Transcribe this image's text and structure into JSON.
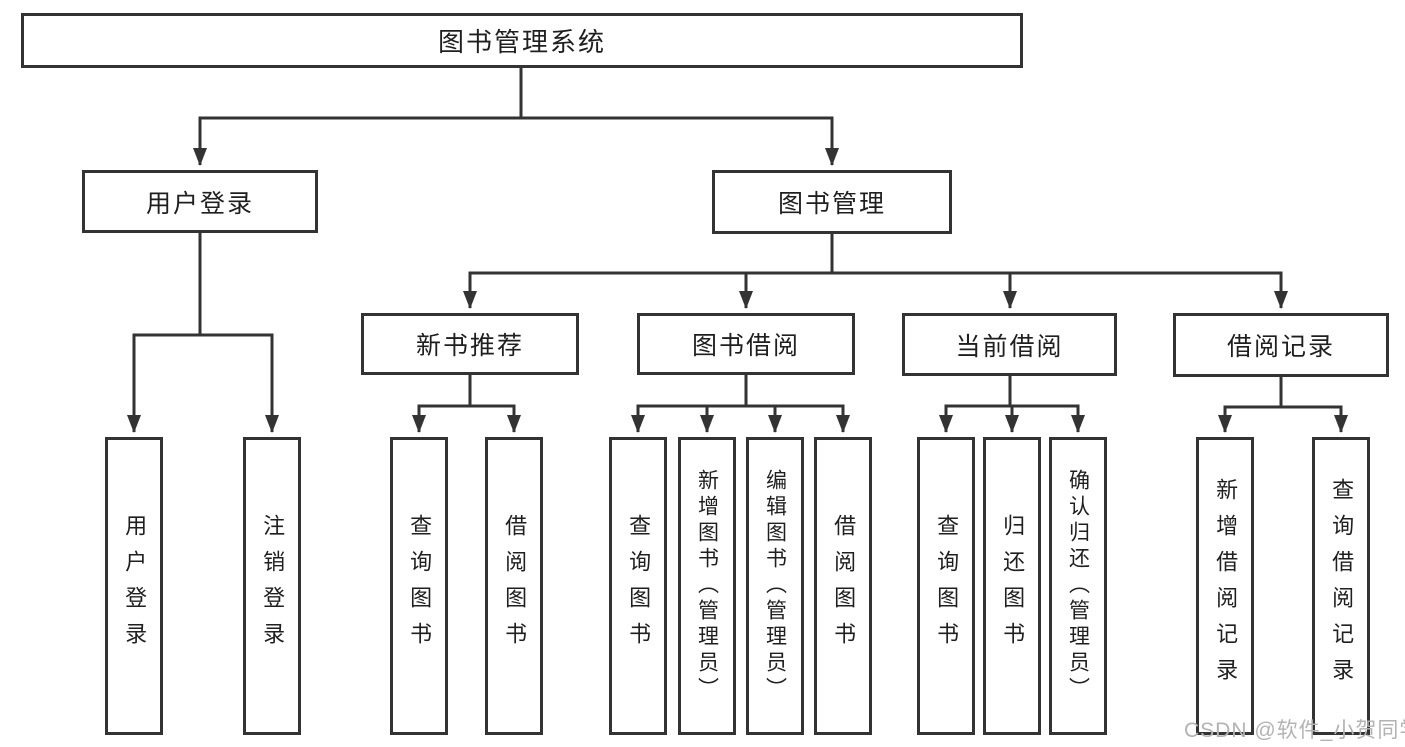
{
  "diagram": {
    "title": "图书管理系统",
    "children": [
      {
        "label": "用户登录",
        "children": [
          "用户登录",
          "注销登录"
        ]
      },
      {
        "label": "图书管理",
        "children": [
          {
            "label": "新书推荐",
            "children": [
              "查询图书",
              "借阅图书"
            ]
          },
          {
            "label": "图书借阅",
            "children": [
              "查询图书",
              "新增图书（管理员）",
              "编辑图书（管理员）",
              "借阅图书"
            ]
          },
          {
            "label": "当前借阅",
            "children": [
              "查询图书",
              "归还图书",
              "确认归还（管理员）"
            ]
          },
          {
            "label": "借阅记录",
            "children": [
              "新增借阅记录",
              "查询借阅记录"
            ]
          }
        ]
      }
    ]
  },
  "watermark": {
    "text": "CSDN @软件_小贺同学"
  },
  "colors": {
    "line": "#333333",
    "box_border": "#333333",
    "text": "#1f1f1f",
    "watermark": "#b3b3b3",
    "background": "#ffffff"
  }
}
